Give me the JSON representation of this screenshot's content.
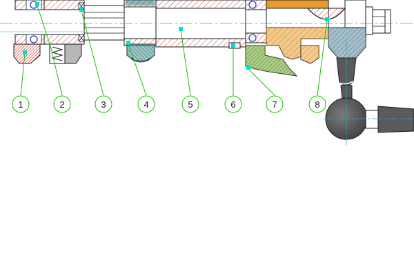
{
  "drawing": {
    "balloons": [
      "1",
      "2",
      "3",
      "4",
      "5",
      "6",
      "7",
      "8"
    ],
    "colors": {
      "background": "#ffffff",
      "outline": "#1a1a1a",
      "hatch_red": "#d0342c",
      "section_red": "#e01010",
      "leader_green": "#19c200",
      "centerline_cyan": "#2aa8c8",
      "marker_cyan": "#00e0d0",
      "gear_teal": "#2e7f80",
      "bracket_green": "#6aa32a",
      "housing_orange": "#e89a2c",
      "flange_steel": "#5d8a9c",
      "rod_gray": "#5a5a5a",
      "bearing_blue": "#4055c8"
    }
  }
}
